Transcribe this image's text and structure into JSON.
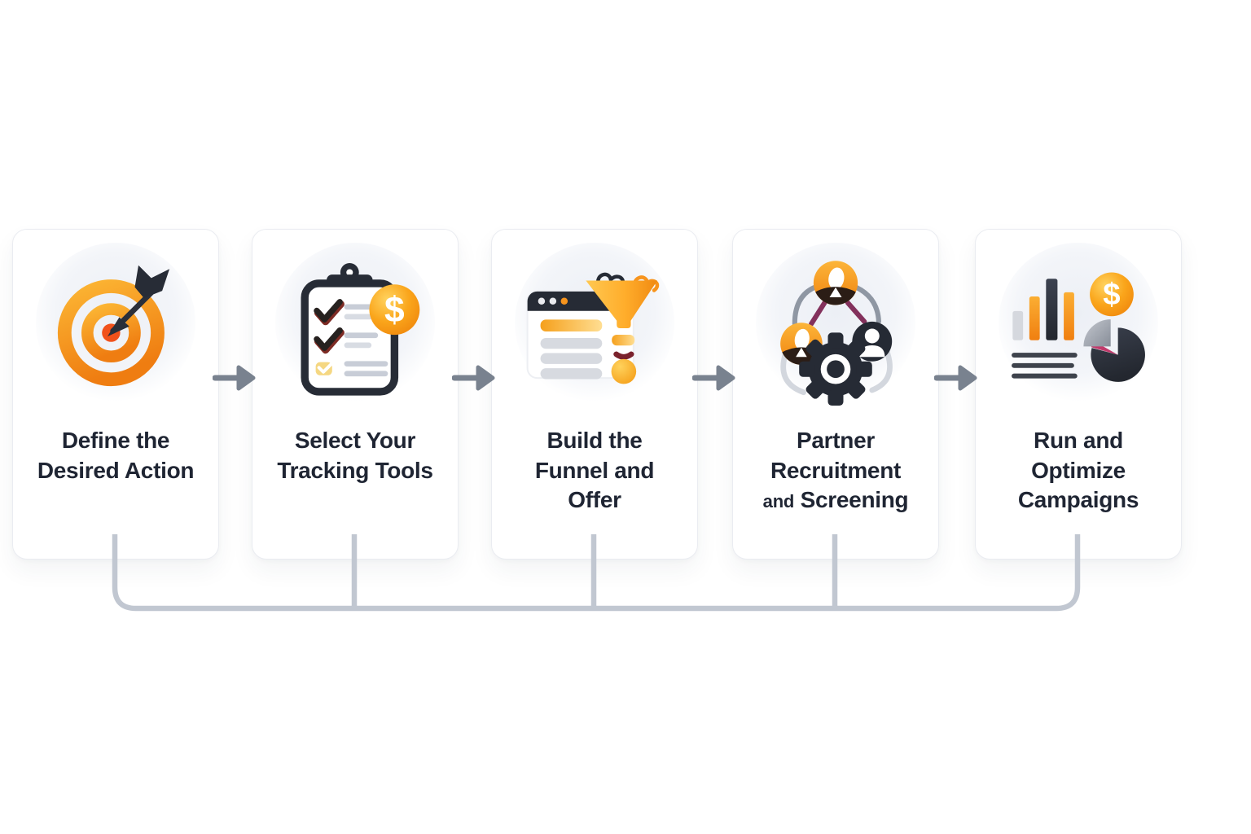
{
  "diagram": {
    "name": "affiliate-campaign-process-flow",
    "background": "#ffffff",
    "text_color": "#1F2533",
    "accent_orange": "#F7941D",
    "dark_navy": "#262B35",
    "highlight_red": "#F1511B",
    "purple_link": "#83315C",
    "arrow_color": "#79828F",
    "connector_color": "#C1C7D1"
  },
  "steps": [
    {
      "icon": "target-dart-icon",
      "label_lines": [
        "Define the",
        "Desired Action"
      ]
    },
    {
      "icon": "clipboard-checklist-dollar-icon",
      "label_lines": [
        "Select Your",
        "Tracking Tools"
      ],
      "coin_symbol": "$"
    },
    {
      "icon": "browser-funnel-icon",
      "label_lines": [
        "Build the",
        "Funnel and",
        "Offer"
      ]
    },
    {
      "icon": "partners-network-gear-icon",
      "label_lines": [
        "Partner",
        "Recruitment"
      ],
      "small_word": "and",
      "last_word": "Screening"
    },
    {
      "icon": "analytics-coin-pie-icon",
      "label_lines": [
        "Run and",
        "Optimize",
        "Campaigns"
      ],
      "coin_symbol": "$"
    }
  ]
}
